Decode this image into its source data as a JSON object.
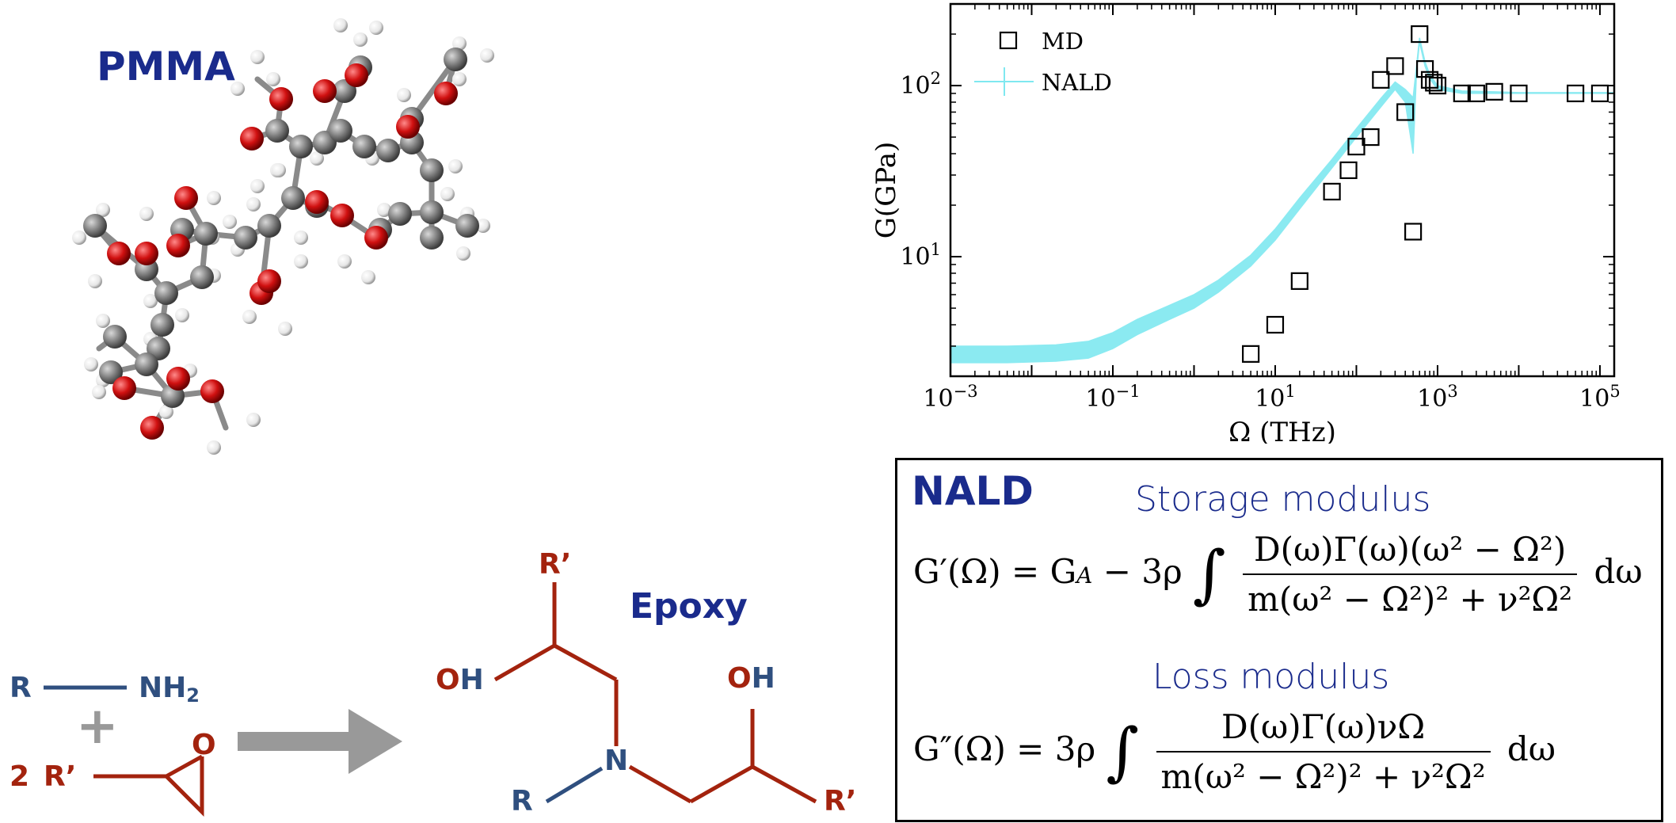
{
  "molecule": {
    "title": "PMMA",
    "colors": {
      "carbon": "#808080",
      "oxygen": "#cc1111",
      "hydrogen": "#f0f0f0"
    }
  },
  "reaction": {
    "reactant_r": "R",
    "reactant_amine": "NH",
    "amine_subscript": "2",
    "plus": "+",
    "coefficient": "2",
    "reactant_rprime": "R’",
    "epoxide_o": "O",
    "product_title": "Epoxy",
    "product_labels": {
      "r_prime_top": "R’",
      "oh_left_o": "O",
      "oh_left_h": "H",
      "oh_right_o": "O",
      "oh_right_h": "H",
      "n": "N",
      "r": "R",
      "r_prime_right": "R’"
    },
    "colors": {
      "blue": "#2f4f7f",
      "red": "#a3230e",
      "arrow": "#999999"
    }
  },
  "chart_data": {
    "type": "scatter",
    "title": "",
    "xlabel": "Ω (THz)",
    "ylabel": "G(GPa)",
    "xscale": "log",
    "yscale": "log",
    "xlim": [
      0.001,
      150000
    ],
    "ylim": [
      2.0,
      300
    ],
    "x_ticks": [
      {
        "value": 0.001,
        "base": "10",
        "exp": "−3"
      },
      {
        "value": 0.1,
        "base": "10",
        "exp": "−1"
      },
      {
        "value": 10,
        "base": "10",
        "exp": "1"
      },
      {
        "value": 1000,
        "base": "10",
        "exp": "3"
      },
      {
        "value": 100000,
        "base": "10",
        "exp": "5"
      }
    ],
    "y_ticks": [
      {
        "value": 10,
        "base": "10",
        "exp": "1"
      },
      {
        "value": 100,
        "base": "10",
        "exp": "2"
      }
    ],
    "legend": {
      "placement": "top-left",
      "entries": [
        "MD",
        "NALD"
      ]
    },
    "series": [
      {
        "name": "MD",
        "marker": "open-square",
        "color": "#000000",
        "points": [
          [
            5,
            2.7
          ],
          [
            10,
            4.0
          ],
          [
            20,
            7.2
          ],
          [
            50,
            24
          ],
          [
            80,
            32
          ],
          [
            100,
            44
          ],
          [
            150,
            50
          ],
          [
            200,
            108
          ],
          [
            300,
            130
          ],
          [
            400,
            70
          ],
          [
            500,
            14
          ],
          [
            600,
            200
          ],
          [
            700,
            125
          ],
          [
            800,
            108
          ],
          [
            900,
            104
          ],
          [
            1000,
            100
          ],
          [
            2000,
            90
          ],
          [
            3000,
            90
          ],
          [
            5000,
            92
          ],
          [
            10000,
            90
          ],
          [
            50000,
            90
          ],
          [
            100000,
            90
          ]
        ]
      },
      {
        "name": "NALD",
        "style": "band",
        "color": "#7fe8f0",
        "x": [
          0.001,
          0.005,
          0.02,
          0.05,
          0.1,
          0.2,
          0.5,
          1,
          2,
          5,
          10,
          20,
          50,
          100,
          200,
          300,
          400,
          500,
          550,
          600,
          700,
          800,
          1000,
          2000,
          5000,
          10000,
          50000,
          150000
        ],
        "lower": [
          2.4,
          2.4,
          2.45,
          2.55,
          2.9,
          3.5,
          4.3,
          5.0,
          6.2,
          8.8,
          12.5,
          19,
          33,
          50,
          75,
          95,
          80,
          40,
          120,
          180,
          130,
          110,
          95,
          90,
          90,
          90,
          90,
          90
        ],
        "upper": [
          3.0,
          3.0,
          3.05,
          3.2,
          3.6,
          4.3,
          5.2,
          6.0,
          7.3,
          10.2,
          14.5,
          22,
          37,
          56,
          84,
          105,
          95,
          85,
          130,
          190,
          138,
          116,
          100,
          93,
          92,
          91,
          91,
          91
        ]
      }
    ]
  },
  "nald_box": {
    "title": "NALD",
    "storage_label": "Storage modulus",
    "loss_label": "Loss modulus",
    "eq1": {
      "lhs": "G′(Ω) = G",
      "lhs_sub": "A",
      "mid": " − 3ρ",
      "integral": "∫",
      "numerator": "D(ω)Γ(ω)(ω² − Ω²)",
      "denominator": "m(ω² − Ω²)² + ν²Ω²",
      "tail": "dω"
    },
    "eq2": {
      "lhs": "G″(Ω) = 3ρ",
      "integral": "∫",
      "numerator": "D(ω)Γ(ω)νΩ",
      "denominator": "m(ω² − Ω²)² + ν²Ω²",
      "tail": "dω"
    }
  }
}
